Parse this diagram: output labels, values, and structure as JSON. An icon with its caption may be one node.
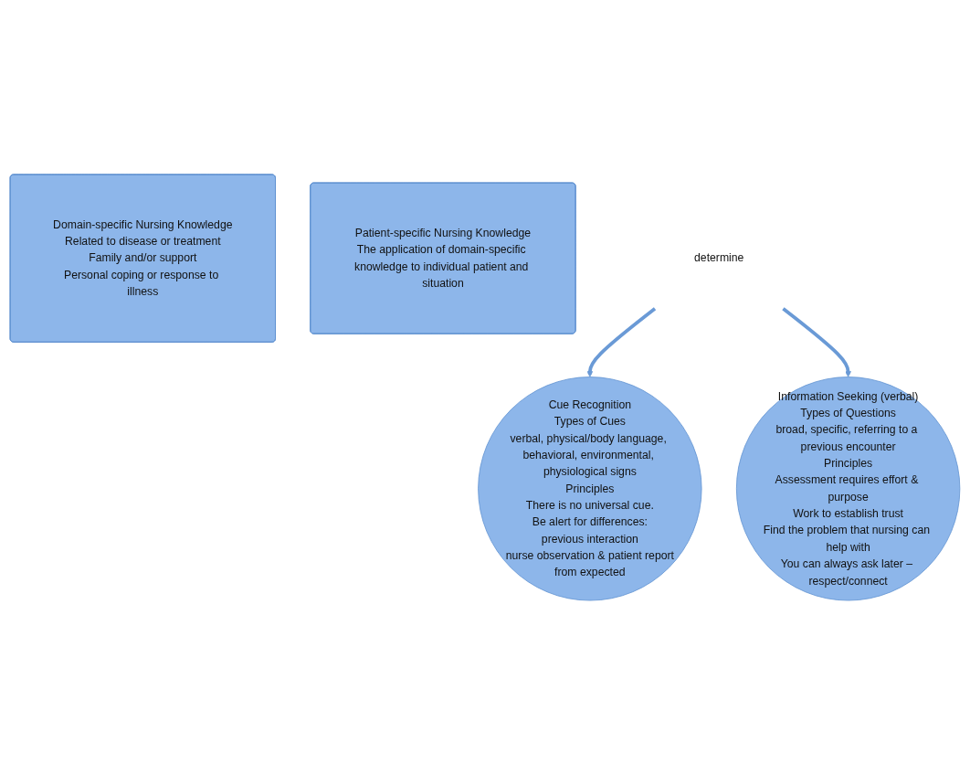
{
  "diagram": {
    "nodes": [
      {
        "text": [
          "Domain-specific Nursing Knowledge",
          "Related to disease or treatment",
          "Family and/or support",
          "Personal coping or response to illness"
        ]
      },
      {
        "text": [
          "Patient-specific Nursing Knowledge",
          "The application of domain-specific knowledge to individual patient and situation"
        ]
      },
      {
        "text": [
          "determine"
        ]
      },
      {
        "text": [
          "Cue Recognition",
          "Types of Cues",
          "verbal, physical/body language, behavioral, environmental, physiological signs",
          "Principles",
          "There is no universal cue.",
          "Be alert for differences:",
          "previous interaction",
          "nurse observation & patient report",
          "from expected"
        ]
      },
      {
        "text": [
          "Information Seeking (verbal)",
          "Types of Questions",
          "broad, specific, referring to a previous encounter",
          "Principles",
          "Assessment requires effort & purpose",
          "Work to establish trust",
          "Find the problem that nursing can help with",
          "You can always ask later – respect/connect"
        ]
      }
    ],
    "edges": [
      {
        "from": 2,
        "to": 3,
        "arrow": "to"
      },
      {
        "from": 2,
        "to": 4,
        "arrow": "to"
      }
    ]
  }
}
